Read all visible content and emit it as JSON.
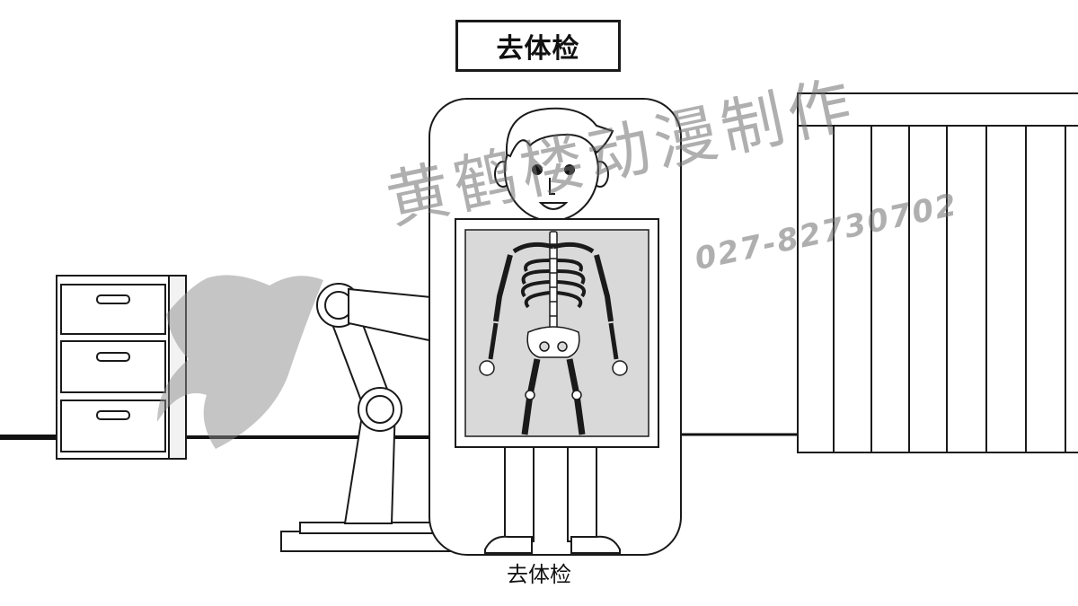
{
  "title": "去体检",
  "caption": "去体检",
  "watermark": {
    "name": "黄鹤楼动漫制作",
    "phone": "027-82730702"
  },
  "colors": {
    "line": "#1a1a1a",
    "xray_screen": "#d9d9d9",
    "bone": "#ffffff",
    "watermark": "#8c8c8c",
    "background": "#ffffff"
  }
}
